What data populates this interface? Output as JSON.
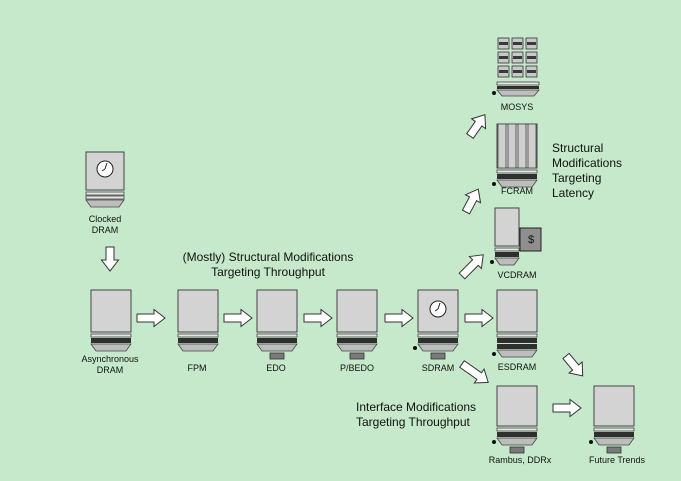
{
  "chips": [
    {
      "id": "clocked-dram",
      "label": "Clocked\nDRAM"
    },
    {
      "id": "async-dram",
      "label": "Asynchronous\nDRAM"
    },
    {
      "id": "fpm",
      "label": "FPM"
    },
    {
      "id": "edo",
      "label": "EDO"
    },
    {
      "id": "pbedo",
      "label": "P/BEDO"
    },
    {
      "id": "sdram",
      "label": "SDRAM"
    },
    {
      "id": "esdram",
      "label": "ESDRAM"
    },
    {
      "id": "vcdram",
      "label": "VCDRAM"
    },
    {
      "id": "fcram",
      "label": "FCRAM"
    },
    {
      "id": "mosys",
      "label": "MOSYS"
    },
    {
      "id": "rambus",
      "label": "Rambus, DDRx"
    },
    {
      "id": "future",
      "label": "Future Trends"
    }
  ],
  "captions": {
    "throughput": "(Mostly) Structural Modifications\nTargeting Throughput",
    "latency": "Structural\nModifications\nTargeting\nLatency",
    "interface": "Interface Modifications\nTargeting Throughput"
  },
  "vcdram_cache_symbol": "$",
  "colors": {
    "background": "#c5e9ca",
    "chip_body": "#d3d3d3",
    "chip_outline": "#444444",
    "band_dark": "#2f2f2f",
    "arrow_fill": "#ffffff"
  }
}
